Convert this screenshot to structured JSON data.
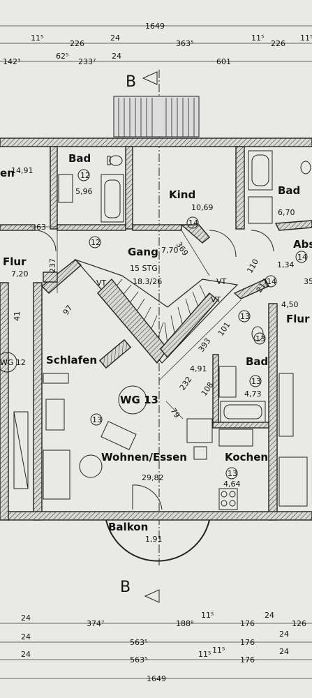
{
  "dimensions_top": {
    "row1": [
      "1649"
    ],
    "row2": [
      "11⁵",
      "226",
      "24",
      "363⁵",
      "11⁵",
      "226",
      "11⁵"
    ],
    "row3": [
      "142³",
      "62⁵",
      "233⁷",
      "24",
      "601"
    ]
  },
  "dimensions_bottom": {
    "row1": [
      "24",
      "374⁷",
      "188⁸",
      "11⁵",
      "176",
      "24",
      "126"
    ],
    "row2": [
      "24",
      "563⁵",
      "176",
      "24"
    ],
    "row3": [
      "24",
      "563⁵",
      "11⁵",
      "11⁵",
      "176",
      "24"
    ],
    "row4": [
      "1649"
    ]
  },
  "section_marks": {
    "top": "B",
    "bottom": "B"
  },
  "rooms": {
    "left_room": {
      "name": "en",
      "area": "14,91"
    },
    "bad1": {
      "name": "Bad",
      "area": "5,96",
      "num": "12"
    },
    "kind": {
      "name": "Kind",
      "area": "10,69",
      "num": "14"
    },
    "bad2": {
      "name": "Bad",
      "area": "6,70"
    },
    "abs": {
      "name": "Abs",
      "area": "1,34"
    },
    "flur_left": {
      "name": "Flur",
      "area": "7,20"
    },
    "gang": {
      "name": "Gang",
      "area": "7,70",
      "stairs": "15 STG",
      "ratio": "18.3/26"
    },
    "flur_right": {
      "name": "Flur",
      "area": "4,50"
    },
    "schlafen": {
      "name": "Schlafen"
    },
    "wg12": {
      "name": "WG 12"
    },
    "wg13": {
      "name": "WG 13"
    },
    "bad3": {
      "name": "Bad",
      "area": "4,73",
      "num": "13"
    },
    "kochen": {
      "name": "Kochen",
      "area": "4,64",
      "num": "13"
    },
    "wohnen": {
      "name": "Wohnen/Essen",
      "area": "29,82"
    },
    "balkon": {
      "name": "Balkon",
      "area": "1,91"
    }
  },
  "unit_numbers": {
    "n12a": "12",
    "n14b": "14",
    "n13a": "13",
    "n13b": "13",
    "n14c": "14",
    "n13c": "13"
  },
  "inner_dims": {
    "d63": "63",
    "d237": "237",
    "d41": "41",
    "d97": "97",
    "d369": "369",
    "d110": "110",
    "d217": "217",
    "d393": "393",
    "d101": "101",
    "d491": "4,91",
    "d232": "232",
    "d108": "108",
    "d79": "79",
    "d35": "35"
  },
  "labels": {
    "vt1": "VT",
    "vt2": "VT",
    "vt3": "VT"
  }
}
